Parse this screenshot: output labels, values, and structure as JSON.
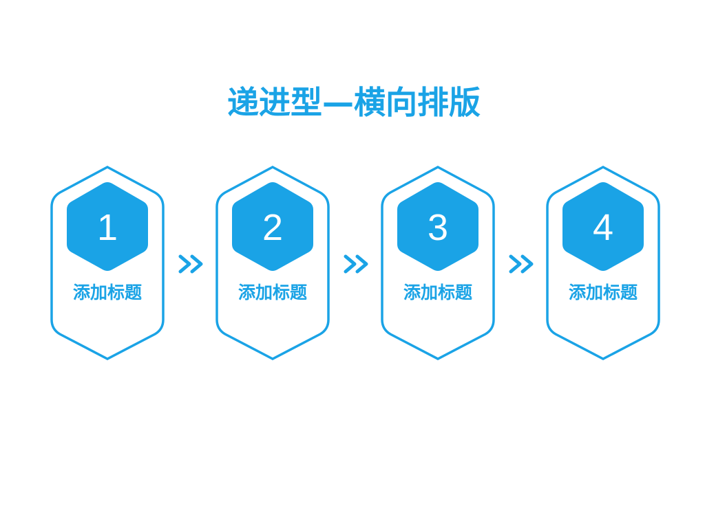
{
  "slide": {
    "title": "递进型—横向排版"
  },
  "colors": {
    "accent": "#1aa3e6",
    "background": "#ffffff"
  },
  "steps": [
    {
      "number": "1",
      "label": "添加标题"
    },
    {
      "number": "2",
      "label": "添加标题"
    },
    {
      "number": "3",
      "label": "添加标题"
    },
    {
      "number": "4",
      "label": "添加标题"
    }
  ],
  "connector_icon": "double-chevron-right-icon"
}
